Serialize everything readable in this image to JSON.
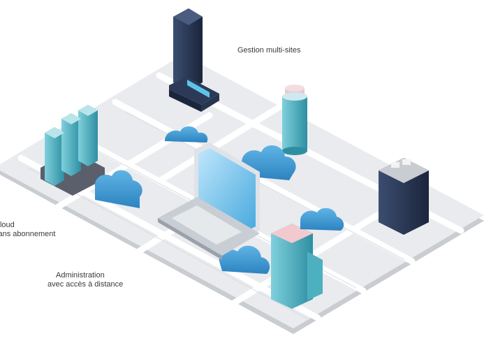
{
  "labels": {
    "multisite": "Gestion multi-sites",
    "cloud_line1": "Cloud",
    "cloud_line2": "sans abonnement",
    "admin_line1": "Administration",
    "admin_line2": "avec accès à distance"
  },
  "colors": {
    "map_base": "#e9ebee",
    "map_edge": "#c9ccd1",
    "street": "#ffffff",
    "cloud": "#4aa3d9",
    "cloud_dark": "#2f86c0",
    "glass_teal": "#3da3b4",
    "glass_navy": "#22304a",
    "laptop_screen": "#6fc3ec",
    "laptop_body": "#c9ced4"
  },
  "icons": [
    "tower-icon",
    "cloud-icon",
    "laptop-icon"
  ]
}
